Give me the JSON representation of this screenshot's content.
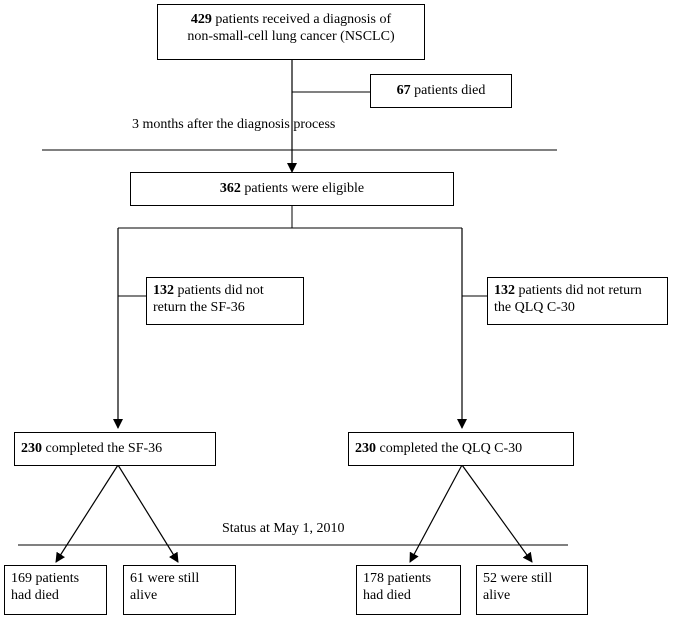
{
  "boxes": {
    "diagnosis": {
      "count": "429",
      "text_line1": " patients received a diagnosis of",
      "text_line2": "non-small-cell lung cancer (NSCLC)"
    },
    "died": {
      "count": "67",
      "text": " patients died"
    },
    "eligible": {
      "count": "362",
      "text": " patients were eligible"
    },
    "no_sf36": {
      "count": "132",
      "text_line1": " patients did not",
      "text_line2": "return the SF-36"
    },
    "no_qlq": {
      "count": "132",
      "text_line1": " patients did not return",
      "text_line2": "the QLQ C-30"
    },
    "completed_sf36": {
      "count": "230",
      "text": " completed the SF-36"
    },
    "completed_qlq": {
      "count": "230",
      "text": " completed the QLQ C-30"
    },
    "sf36_died": {
      "line1": "169 patients",
      "line2": "had died"
    },
    "sf36_alive": {
      "line1": "61 were still",
      "line2": "alive"
    },
    "qlq_died": {
      "line1": "178 patients",
      "line2": "had died"
    },
    "qlq_alive": {
      "line1": "52 were still",
      "line2": "alive"
    }
  },
  "labels": {
    "three_months": "3 months after the diagnosis process",
    "status": "Status at May 1, 2010"
  },
  "colors": {
    "line": "#000000",
    "background": "#ffffff"
  }
}
